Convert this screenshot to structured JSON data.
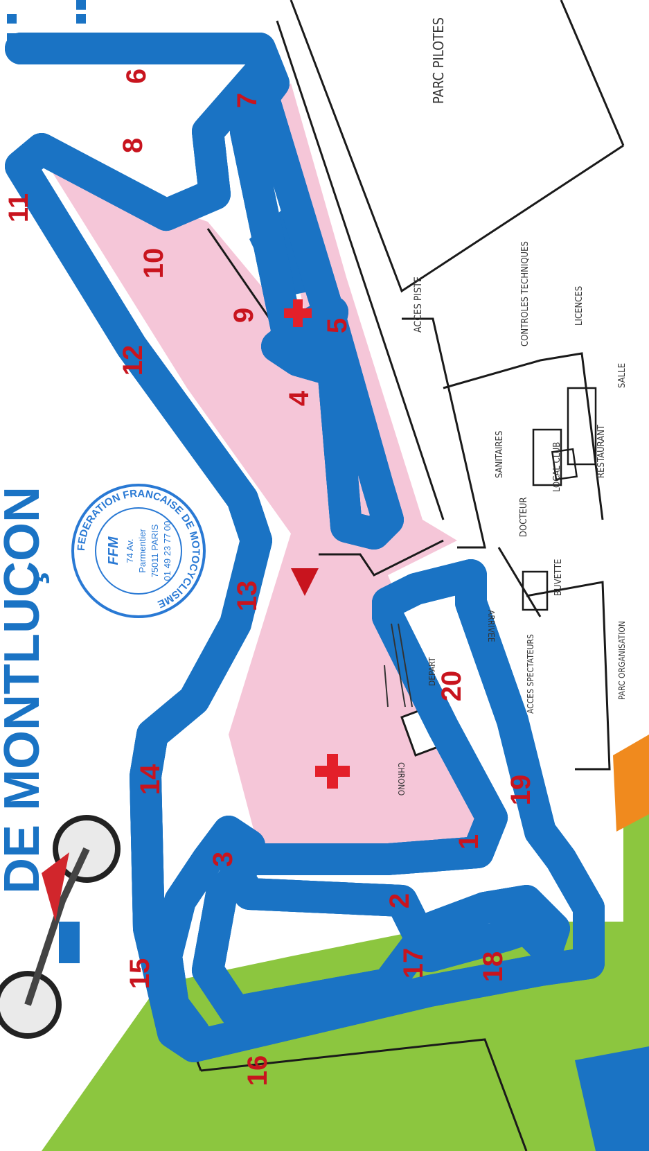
{
  "title": "DE MONTLUÇON",
  "colors": {
    "track_blue": "#1a73c4",
    "track_white": "#ffffff",
    "zone_pink": "#f5c6d8",
    "grass_green": "#8cc63f",
    "marker_red": "#c8141e",
    "orange_band": "#f08a1e",
    "stamp_blue": "#2979d4"
  },
  "labels": {
    "parc_pilotes": "PARC PILOTES",
    "acces_piste": "ACCES PISTE",
    "controles_techniques": "CONTROLES TECHNIQUES",
    "licences": "LICENCES",
    "sanitaires": "SANITAIRES",
    "docteur": "DOCTEUR",
    "local_club": "LOCAL CLUB",
    "restaurant": "RESTAURANT",
    "buvette": "BUVETTE",
    "depart": "DEPART",
    "arrivee": "ARRIVEE",
    "chrono": "CHRONO",
    "spectateurs": "ACCES SPECTATEURS",
    "salle": "SALLE",
    "parc_organisation": "PARC ORGANISATION"
  },
  "stamp": {
    "ring_text": "FEDERATION FRANCAISE DE MOTOCYCLISME",
    "logo": "FFM",
    "line1": "74 Av.",
    "line2": "Parmentier",
    "line3": "75011 PARIS",
    "line4": "01 49 23 77 00"
  },
  "corners": [
    "1",
    "2",
    "3",
    "4",
    "5",
    "6",
    "7",
    "8",
    "9",
    "10",
    "11",
    "12",
    "13",
    "14",
    "15",
    "16",
    "17",
    "18",
    "19",
    "20"
  ],
  "icons": [
    "first-aid-cross-icon",
    "first-aid-cross-icon",
    "motorcycle-icon",
    "checkered-flag-icon"
  ]
}
